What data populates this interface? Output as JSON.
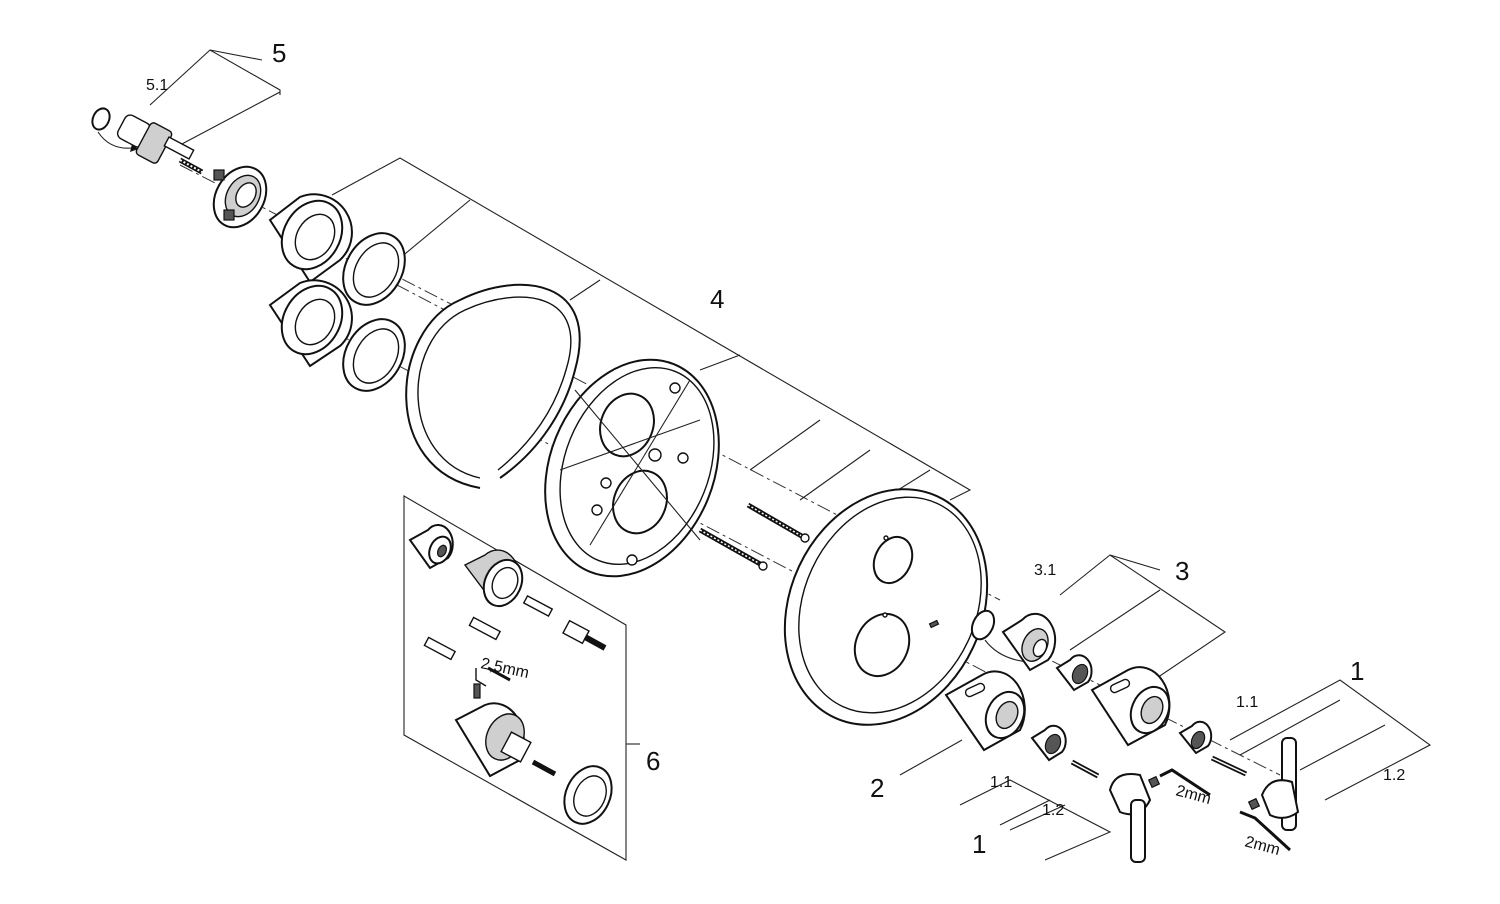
{
  "labels": {
    "l1a": "1",
    "l1b": "1",
    "l2": "2",
    "l3": "3",
    "l4": "4",
    "l5": "5",
    "l6": "6",
    "l11a": "1.1",
    "l11b": "1.1",
    "l12a": "1.2",
    "l12b": "1.2",
    "l31": "3.1",
    "l51": "5.1",
    "tool25": "2,5mm",
    "tool2a": "2mm",
    "tool2b": "2mm"
  }
}
